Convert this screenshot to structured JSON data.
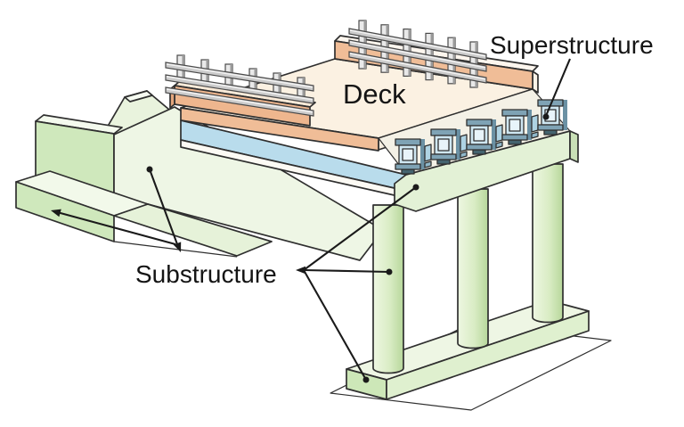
{
  "diagram": {
    "labels": {
      "deck": "Deck",
      "superstructure": "Superstructure",
      "substructure": "Substructure"
    },
    "colors": {
      "concrete_front": "#cfe8bc",
      "concrete_light": "#edf6e4",
      "concrete_top": "#f6faef",
      "deck_surface": "#fbf1e2",
      "deck_edge_salmon": "#f0bd97",
      "girder_web_blue": "#cfe7f2",
      "girder_flange_slate": "#7fa3b5",
      "guardrail_gray": "#d9d9d9",
      "outline": "#2f2f2f",
      "label_text": "#141414",
      "background": "#ffffff"
    }
  }
}
